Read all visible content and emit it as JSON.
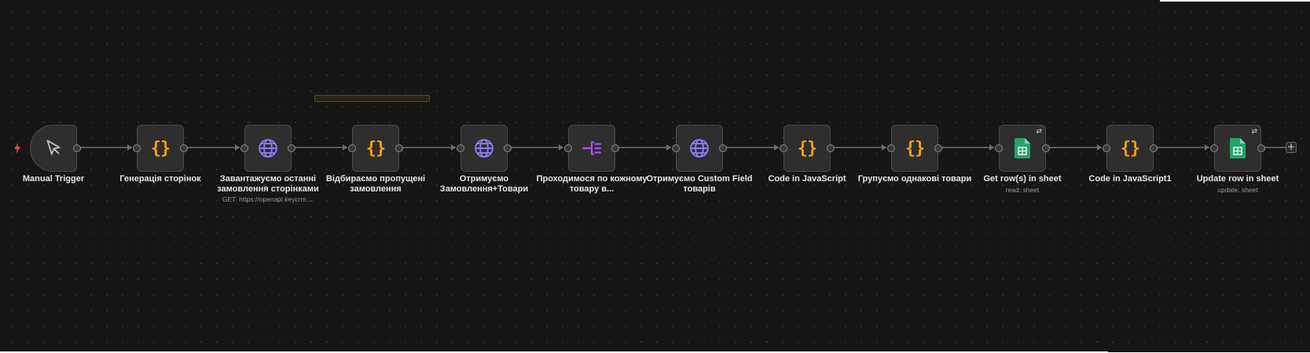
{
  "workflow": {
    "nodes": [
      {
        "label": "Manual Trigger",
        "sublabel": "",
        "icon": "cursor-icon",
        "type": "trigger"
      },
      {
        "label": "Генерація сторінок",
        "sublabel": "",
        "icon": "code-braces-icon",
        "type": "code"
      },
      {
        "label": "Завантажуємо останні замовлення сторінками",
        "sublabel": "GET: https://openapi.keycrm....",
        "icon": "globe-icon",
        "type": "http"
      },
      {
        "label": "Відбираємо пропущені замовлення",
        "sublabel": "",
        "icon": "code-braces-icon",
        "type": "code"
      },
      {
        "label": "Отримуємо Замовлення+Товари",
        "sublabel": "",
        "icon": "globe-icon",
        "type": "http"
      },
      {
        "label": "Проходимося по кожному товару в...",
        "sublabel": "",
        "icon": "split-out-icon",
        "type": "split"
      },
      {
        "label": "Отримуємо Custom Field товарів",
        "sublabel": "",
        "icon": "globe-icon",
        "type": "http"
      },
      {
        "label": "Code in JavaScript",
        "sublabel": "",
        "icon": "code-braces-icon",
        "type": "code"
      },
      {
        "label": "Групуємо однакові товари",
        "sublabel": "",
        "icon": "code-braces-icon",
        "type": "code"
      },
      {
        "label": "Get row(s) in sheet",
        "sublabel": "read: sheet",
        "icon": "google-sheets-icon",
        "type": "sheets"
      },
      {
        "label": "Code in JavaScript1",
        "sublabel": "",
        "icon": "code-braces-icon",
        "type": "code"
      },
      {
        "label": "Update row in sheet",
        "sublabel": "update: sheet",
        "icon": "google-sheets-icon",
        "type": "sheets"
      }
    ],
    "add_button_label": "+",
    "code_glyph": "{}",
    "sync_glyph": "⇄"
  },
  "colors": {
    "canvas": "#161616",
    "code_icon": "#f59e0b",
    "http_icon": "#8b7cf6",
    "split_icon": "#a855f7",
    "sheets_icon": "#23a566",
    "trigger_bolt": "#e5484d",
    "connection": "#6e6e6e"
  }
}
